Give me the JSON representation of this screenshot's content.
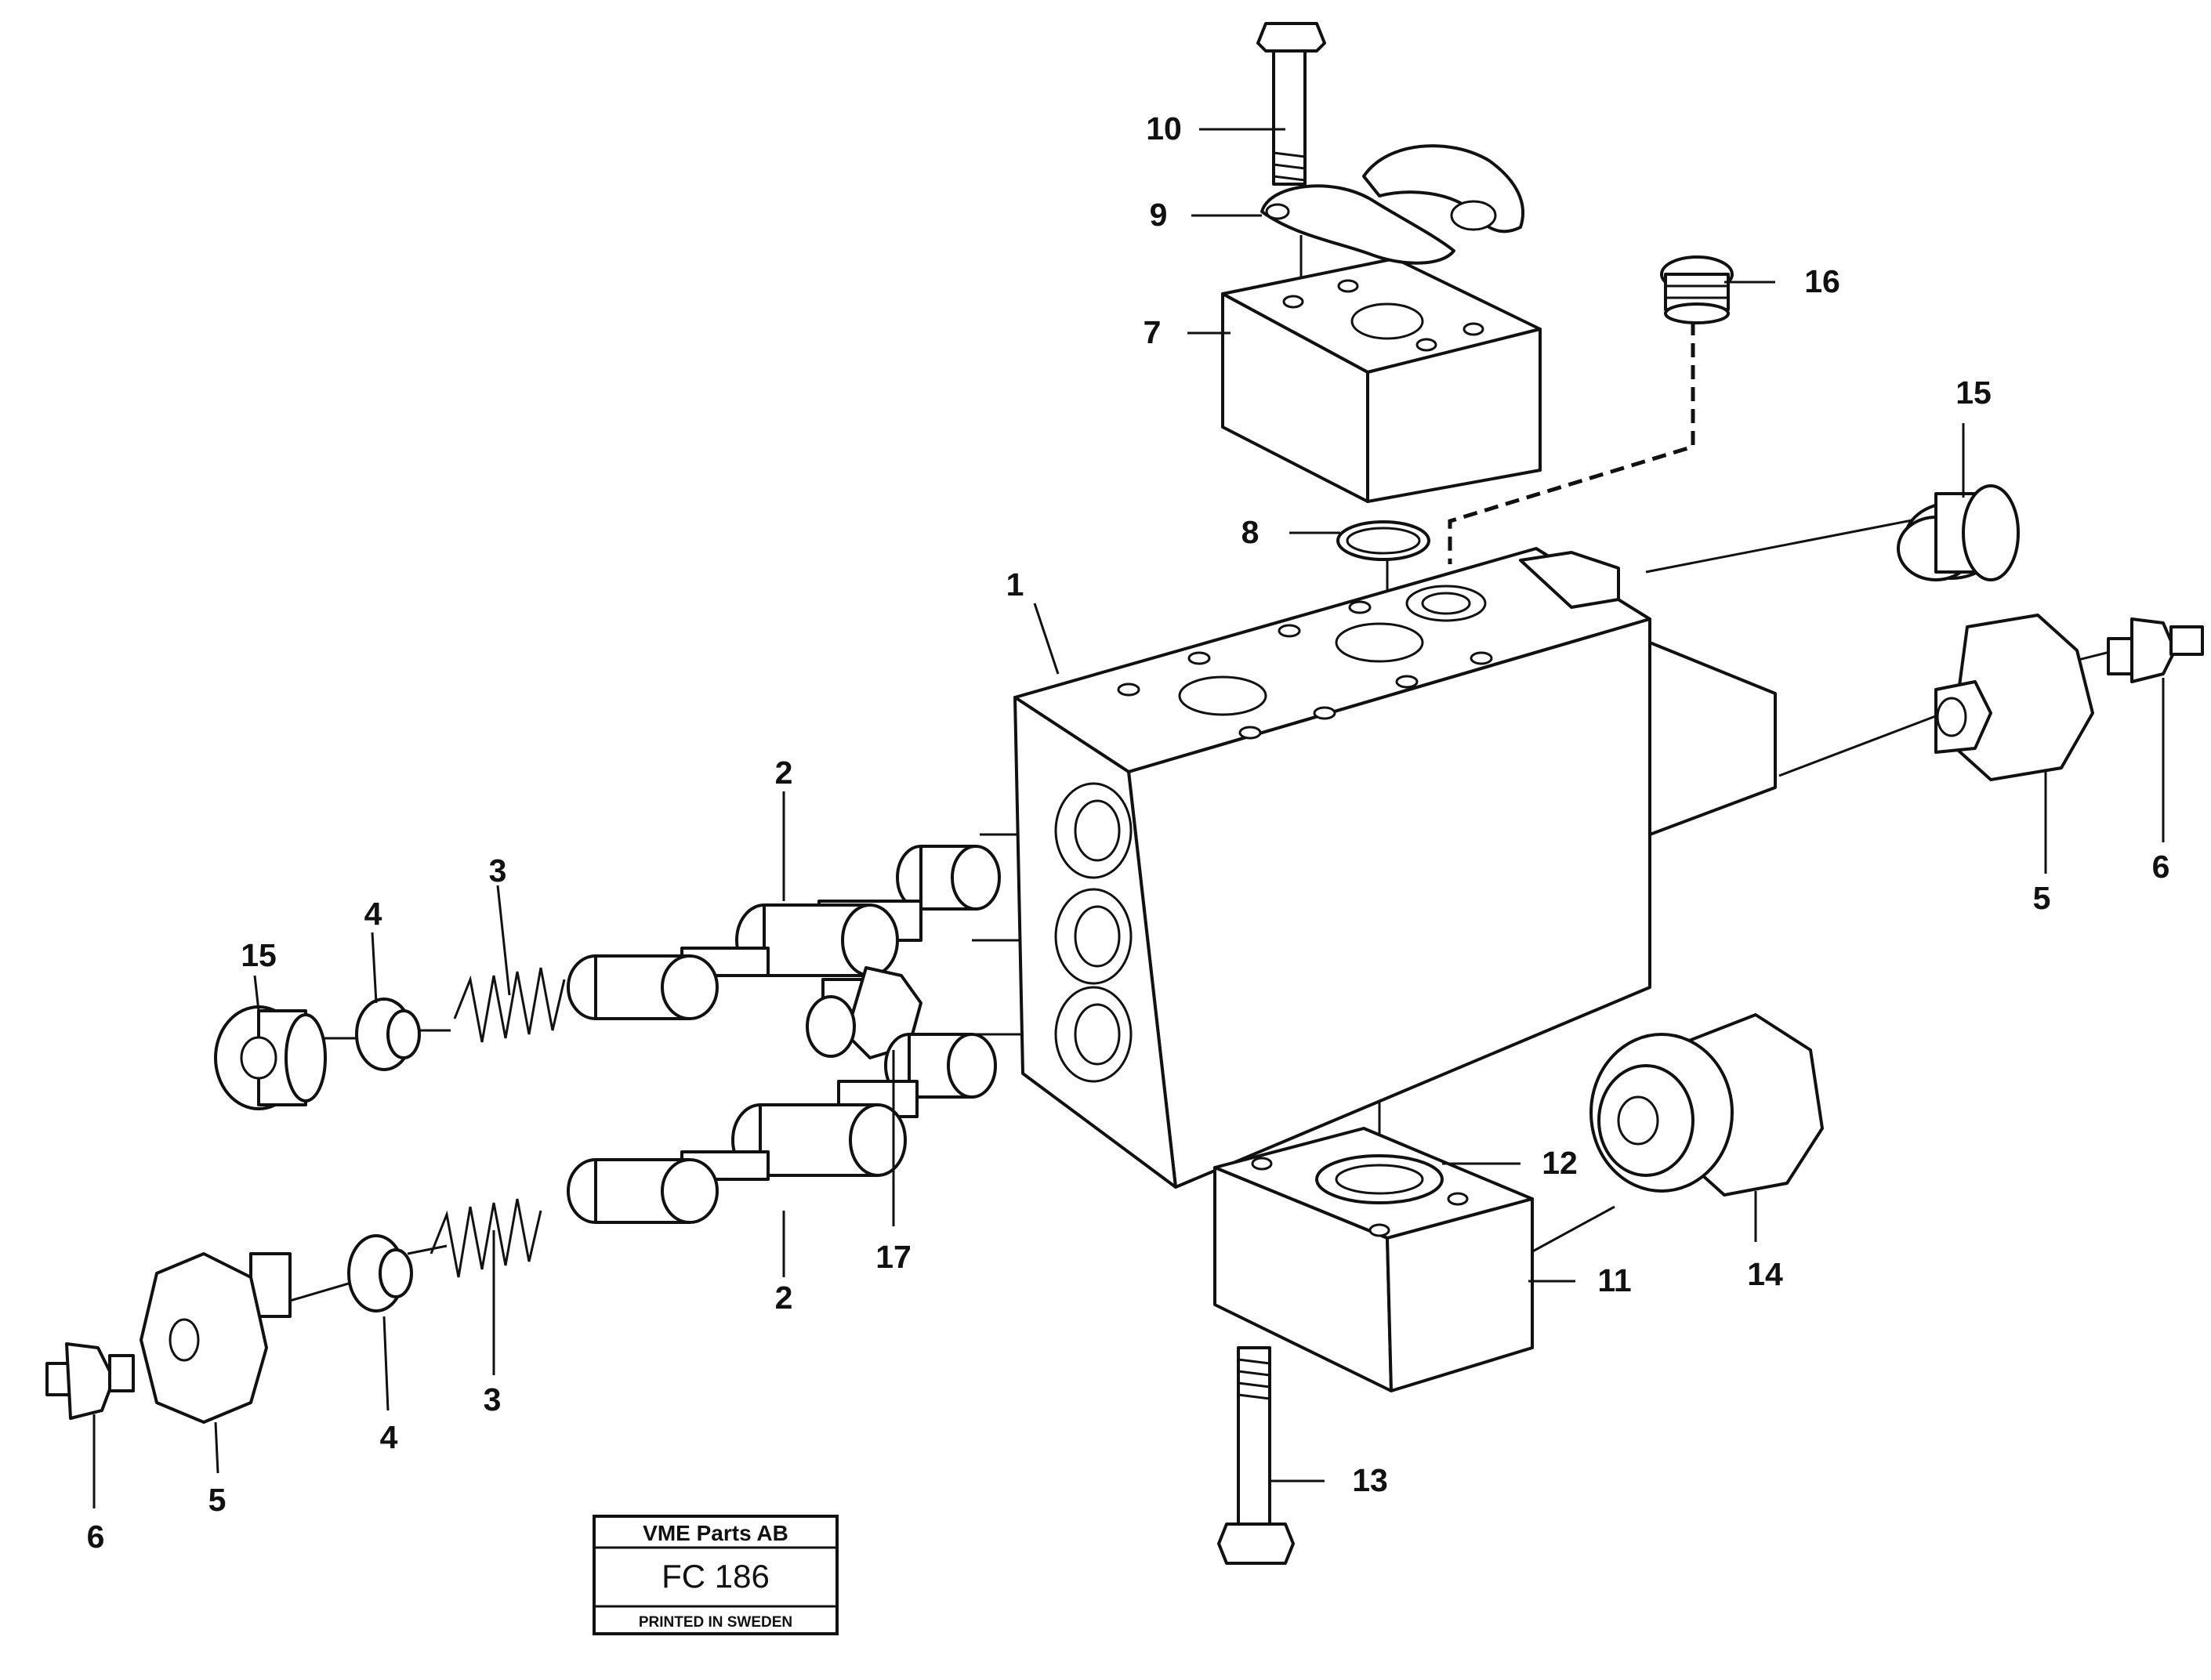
{
  "labels": {
    "l1": "1",
    "l2a": "2",
    "l2b": "2",
    "l3a": "3",
    "l3b": "3",
    "l4a": "4",
    "l4b": "4",
    "l5a": "5",
    "l5b": "5",
    "l6a": "6",
    "l6b": "6",
    "l7": "7",
    "l8": "8",
    "l9": "9",
    "l10": "10",
    "l11": "11",
    "l12": "12",
    "l13": "13",
    "l14": "14",
    "l15a": "15",
    "l15b": "15",
    "l16": "16",
    "l17": "17"
  },
  "title_block": {
    "company": "VME Parts AB",
    "code": "FC 186",
    "printed": "PRINTED IN SWEDEN"
  }
}
